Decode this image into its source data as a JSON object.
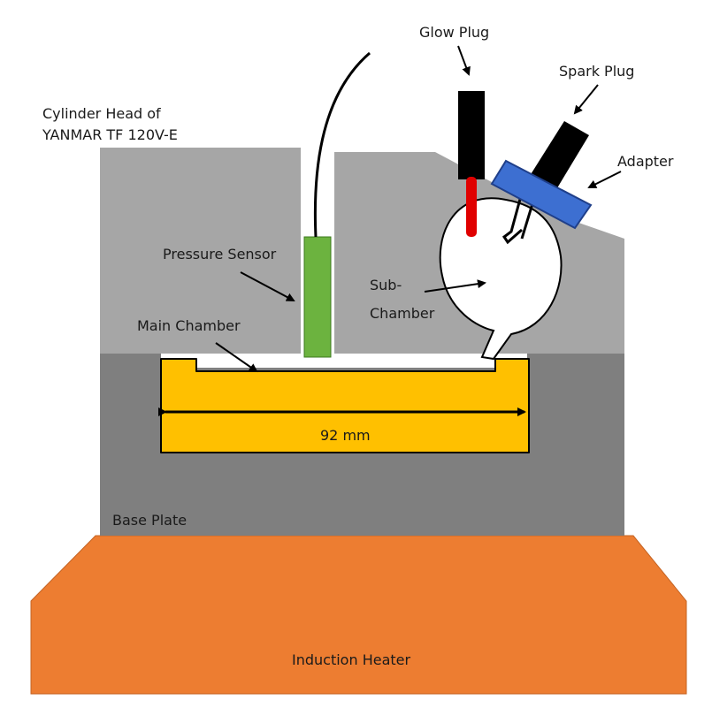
{
  "labels": {
    "cylinder_head_line1": "Cylinder Head of",
    "cylinder_head_line2": "YANMAR TF 120V-E",
    "glow_plug": "Glow Plug",
    "spark_plug": "Spark Plug",
    "adapter": "Adapter",
    "pressure_sensor": "Pressure Sensor",
    "sub_chamber_line1": "Sub-",
    "sub_chamber_line2": "Chamber",
    "main_chamber": "Main Chamber",
    "dimension": "92 mm",
    "base_plate": "Base Plate",
    "induction_heater": "Induction Heater"
  },
  "colors": {
    "cylinder_head": "#a6a6a6",
    "base_plate": "#7f7f7f",
    "main_chamber": "#ffc000",
    "pressure_sensor": "#6cb33f",
    "glow_plug_body": "#000000",
    "glow_plug_tip": "#e00000",
    "spark_plug_body": "#000000",
    "adapter": "#3d6fd1",
    "induction_heater": "#ed7d31"
  }
}
